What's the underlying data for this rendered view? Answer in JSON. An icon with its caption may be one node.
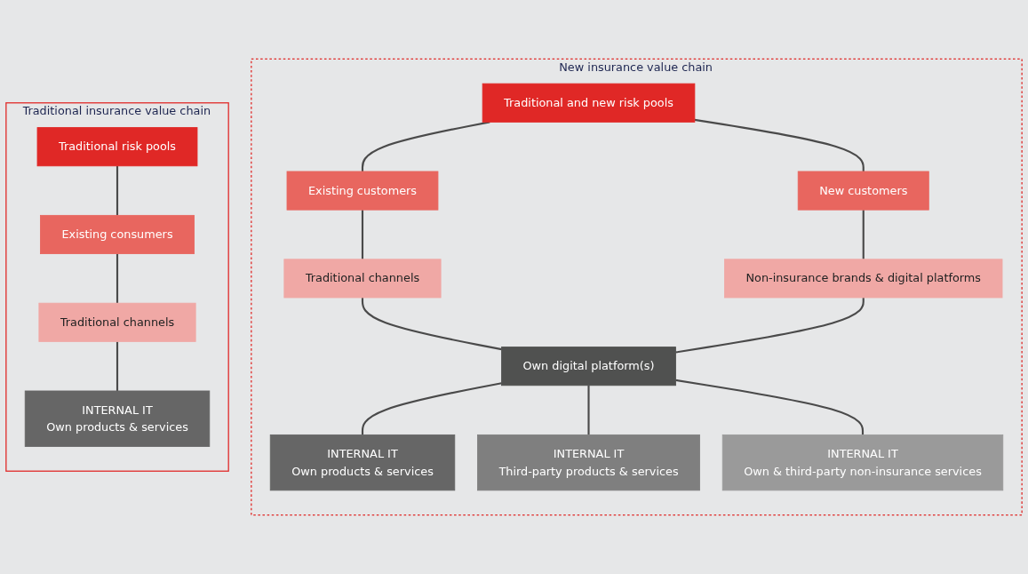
{
  "diagram": {
    "nodes": [
      {
        "text": [
          "Traditional insurance value chain"
        ]
      },
      {
        "text": [
          "Traditional risk pools"
        ],
        "in": 0
      },
      {
        "text": [
          "Existing consumers"
        ],
        "in": 0
      },
      {
        "text": [
          "Traditional channels"
        ],
        "in": 0
      },
      {
        "text": [
          "INTERNAL IT",
          "Own products & services"
        ],
        "in": 0
      },
      {
        "text": [
          "New insurance value chain"
        ]
      },
      {
        "text": [
          "Traditional and new risk pools"
        ],
        "in": 5
      },
      {
        "text": [
          "Existing customers"
        ],
        "in": 5
      },
      {
        "text": [
          "New customers"
        ],
        "in": 5
      },
      {
        "text": [
          "Traditional channels"
        ],
        "in": 5
      },
      {
        "text": [
          "Non-insurance brands & digital platforms"
        ],
        "in": 5
      },
      {
        "text": [
          "Own digital platform(s)"
        ],
        "in": 5
      },
      {
        "text": [
          "INTERNAL IT",
          "Own products & services"
        ],
        "in": 5
      },
      {
        "text": [
          "INTERNAL IT",
          "Third-party products & services"
        ],
        "in": 5
      },
      {
        "text": [
          "INTERNAL IT",
          "Own & third-party non-insurance services"
        ],
        "in": 5
      }
    ],
    "edges": [
      {
        "from": 1,
        "to": 2,
        "arrow": "none"
      },
      {
        "from": 2,
        "to": 3,
        "arrow": "none"
      },
      {
        "from": 3,
        "to": 4,
        "arrow": "none"
      },
      {
        "from": 6,
        "to": 7,
        "arrow": "none"
      },
      {
        "from": 6,
        "to": 8,
        "arrow": "none"
      },
      {
        "from": 7,
        "to": 9,
        "arrow": "none"
      },
      {
        "from": 8,
        "to": 10,
        "arrow": "none"
      },
      {
        "from": 9,
        "to": 11,
        "arrow": "none"
      },
      {
        "from": 10,
        "to": 11,
        "arrow": "none"
      },
      {
        "from": 11,
        "to": 12,
        "arrow": "none"
      },
      {
        "from": 11,
        "to": 13,
        "arrow": "none"
      },
      {
        "from": 11,
        "to": 14,
        "arrow": "none"
      }
    ]
  }
}
